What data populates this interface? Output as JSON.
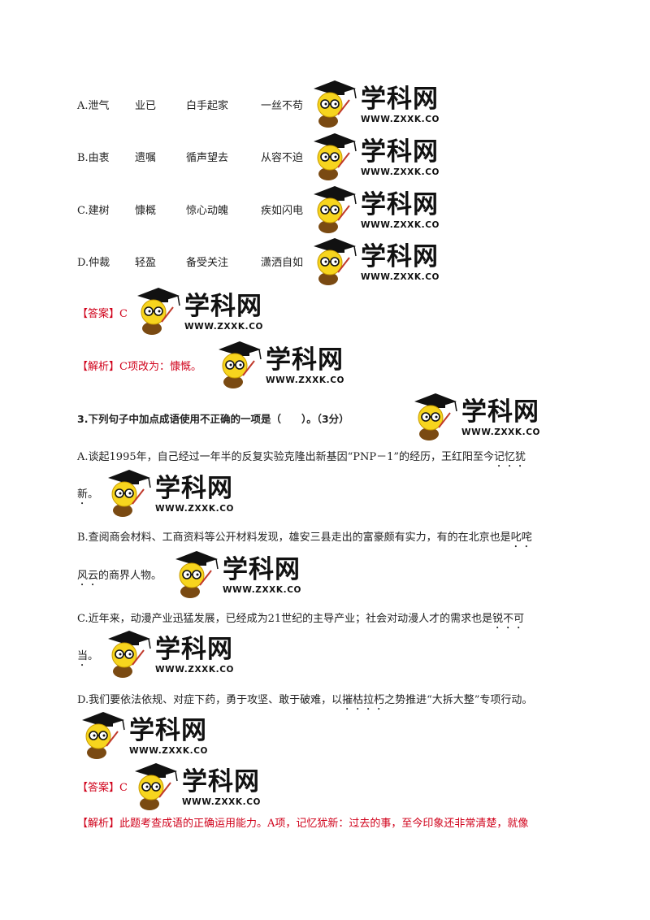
{
  "watermark": {
    "brand": "学科网",
    "url": "WWW.ZXXK.COM"
  },
  "q2": {
    "options": [
      {
        "label": "A.泄气",
        "w2": "业已",
        "w3": "白手起家",
        "w4": "一丝不苟"
      },
      {
        "label": "B.由衷",
        "w2": "遗嘱",
        "w3": "循声望去",
        "w4": "从容不迫"
      },
      {
        "label": "C.建树",
        "w2": "慷概",
        "w3": "惊心动魄",
        "w4": "疾如闪电"
      },
      {
        "label": "D.仲裁",
        "w2": "轻盈",
        "w3": "备受关注",
        "w4": "潇洒自如"
      }
    ],
    "answer_tag": "【答案】",
    "answer": "C",
    "analysis_tag": "【解析】",
    "analysis": "C项改为：慷慨。"
  },
  "q3": {
    "title": "3.下列句子中加点成语使用不正确的一项是（　　）。（3分）",
    "a_pre": "A.谈起1995年，自己经过一年半的反复实验克隆出新基因“PNP－1”的经历，王红阳至今",
    "a_idiom_1": "记忆犹",
    "a_idiom_2": "新",
    "a_post": "。",
    "b_pre": "B.查阅商会材料、工商资料等公开材料发现，雄安三县走出的富豪颇有实力，有的在北京也是",
    "b_idiom_1": "叱咤",
    "b_idiom_2": "风云",
    "b_post": "的商界人物。",
    "c_pre": "C.近年来，动漫产业迅猛发展，已经成为21世纪的主导产业；社会对动漫人才的需求也是",
    "c_idiom_1": "锐不可",
    "c_idiom_2": "当",
    "c_post": "。",
    "d_pre": "D.我们要依法依规、对症下药，勇于攻坚、敢于破难，以",
    "d_idiom": "摧枯拉朽",
    "d_post": "之势推进“大拆大整”专项行动。",
    "answer_tag": "【答案】",
    "answer": "C",
    "analysis_tag": "【解析】",
    "analysis": "此题考查成语的正确运用能力。A项，记忆犹新：过去的事，至今印象还非常清楚，就像"
  }
}
